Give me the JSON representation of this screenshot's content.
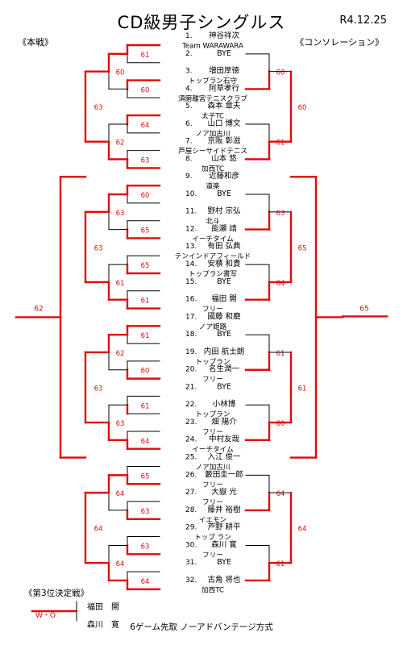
{
  "title": "CD級男子シングルス",
  "date": "R4.12.25",
  "section_main": "《本戦》",
  "section_consolation": "《コンソレーション》",
  "note": "6ゲーム先取 ノーアドバンテージ方式",
  "third_place": {
    "title": "《第3位決定戦》",
    "players": [
      "福田　開",
      "森川　寛"
    ],
    "result": "W・O"
  },
  "entries": [
    {
      "num": "1.",
      "name": "神谷祥次",
      "club": "Team WARAWARA"
    },
    {
      "num": "2.",
      "name": "BYE",
      "club": ""
    },
    {
      "num": "3.",
      "name": "増田厚徳",
      "club": "トップラン石守"
    },
    {
      "num": "4.",
      "name": "阿草孝行",
      "club": "須磨離宮テニスクラブ"
    },
    {
      "num": "5.",
      "name": "森本 章夫",
      "club": "太子TC"
    },
    {
      "num": "6.",
      "name": "山口 博文",
      "club": "ノア加古川"
    },
    {
      "num": "7.",
      "name": "京阪 彰滋",
      "club": "芦屋シーサイドテニス"
    },
    {
      "num": "8.",
      "name": "山本 悠",
      "club": "加西TC"
    },
    {
      "num": "9.",
      "name": "近藤和彦",
      "club": "道楽"
    },
    {
      "num": "10.",
      "name": "BYE",
      "club": ""
    },
    {
      "num": "11.",
      "name": "野村 宗弘",
      "club": "北斗"
    },
    {
      "num": "12.",
      "name": "能瀬 靖",
      "club": "イーチタイム"
    },
    {
      "num": "13.",
      "name": "有田 弘典",
      "club": "テンインドアフィールド"
    },
    {
      "num": "14.",
      "name": "安積 和貴",
      "club": "トップラン書写"
    },
    {
      "num": "15.",
      "name": "BYE",
      "club": ""
    },
    {
      "num": "16.",
      "name": "福田 開",
      "club": "フリー"
    },
    {
      "num": "17.",
      "name": "國藤 和磨",
      "club": "ノア姫路"
    },
    {
      "num": "18.",
      "name": "BYE",
      "club": ""
    },
    {
      "num": "19.",
      "name": "内田 航士朗",
      "club": "トップラン"
    },
    {
      "num": "20.",
      "name": "名生潤一",
      "club": "フリー"
    },
    {
      "num": "21.",
      "name": "BYE",
      "club": ""
    },
    {
      "num": "22.",
      "name": "小林博",
      "club": "トップラン"
    },
    {
      "num": "23.",
      "name": "畑 陽介",
      "club": "フリー"
    },
    {
      "num": "24.",
      "name": "中村友哉",
      "club": "イーチタイム"
    },
    {
      "num": "25.",
      "name": "入江 俊一",
      "club": "ノア加古川"
    },
    {
      "num": "26.",
      "name": "籔田圭一郎",
      "club": "フリー"
    },
    {
      "num": "27.",
      "name": "大嶽 光",
      "club": "フリー"
    },
    {
      "num": "28.",
      "name": "藤井 裕樹",
      "club": "イエモン"
    },
    {
      "num": "29.",
      "name": "芦野 耕平",
      "club": "トップ ラン"
    },
    {
      "num": "30.",
      "name": "森川 寛",
      "club": "フリー"
    },
    {
      "num": "31.",
      "name": "BYE",
      "club": ""
    },
    {
      "num": "32.",
      "name": "古角 将也",
      "club": "加西TC"
    }
  ],
  "scores": {
    "main_r1": [
      "61",
      "60",
      "64",
      "63",
      "60",
      "65",
      "65",
      "61",
      "61",
      "60",
      "61",
      "64",
      "65",
      "63",
      "63",
      "64"
    ],
    "main_r2": [
      "60",
      "62",
      "63",
      "61",
      "62",
      "63",
      "64",
      "64"
    ],
    "main_r3": [
      "63",
      "63",
      "63",
      "64"
    ],
    "final": "62",
    "cons_r1": [
      "60",
      "61",
      "63",
      "64",
      "61",
      "60",
      "64",
      "61"
    ],
    "cons_r2": [
      "60",
      "65",
      "61",
      "64"
    ],
    "cons_final": "65"
  }
}
